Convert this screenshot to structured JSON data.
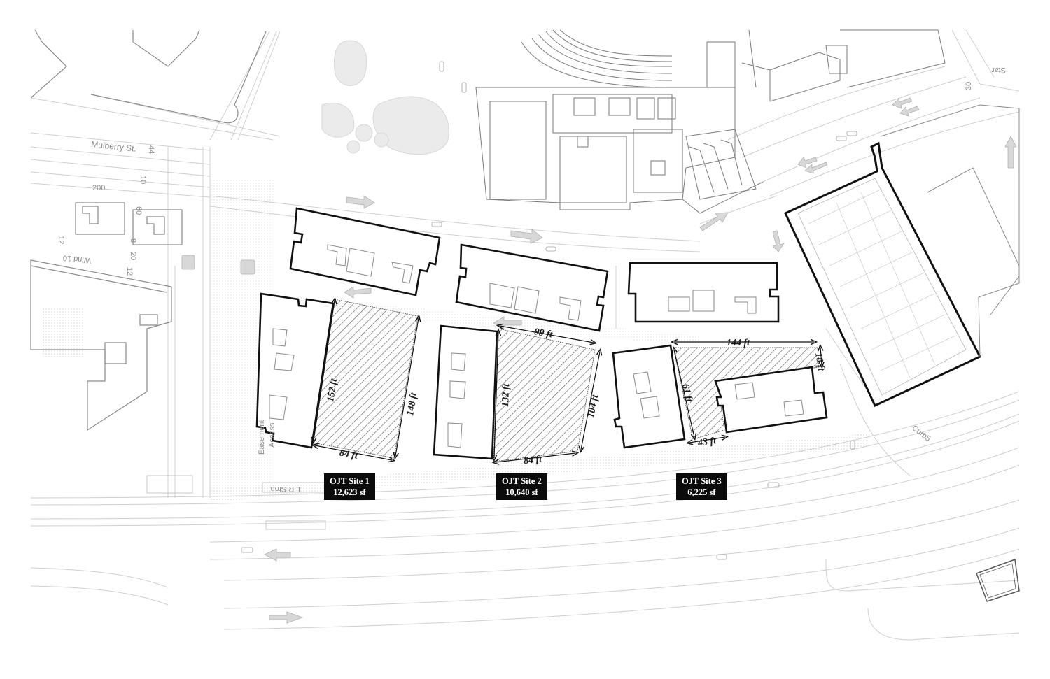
{
  "streets": {
    "mulberry": "Mulberry St.",
    "wind": "Wind 10",
    "star": "Star",
    "curb": "Curb5",
    "lr_stop": "L R Stop",
    "easement_1": "Easement",
    "easement_2": "Access"
  },
  "street_numbers": {
    "n44": "44",
    "n10": "10",
    "n200": "200",
    "n60": "60",
    "n12a": "12",
    "n8": "8",
    "n20": "20",
    "n12b": "12",
    "n30": "30"
  },
  "dimensions": {
    "site1_left": "152 ft",
    "site1_right": "148 ft",
    "site1_bottom": "84 ft",
    "site2_top": "99 ft",
    "site2_left": "132 ft",
    "site2_right": "104 ft",
    "site2_bottom": "84 ft",
    "site3_top": "144 ft",
    "site3_right": "18 ft",
    "site3_left": "61 ft",
    "site3_bottom": "43 ft"
  },
  "sites": [
    {
      "name": "OJT Site 1",
      "area": "12,623 sf"
    },
    {
      "name": "OJT Site 2",
      "area": "10,640 sf"
    },
    {
      "name": "OJT Site 3",
      "area": "6,225 sf"
    }
  ],
  "colors": {
    "building_outline": "#111111",
    "context_lines": "#c8c8c8",
    "hatch": "#555555",
    "label_bg": "#0b0b0b"
  }
}
